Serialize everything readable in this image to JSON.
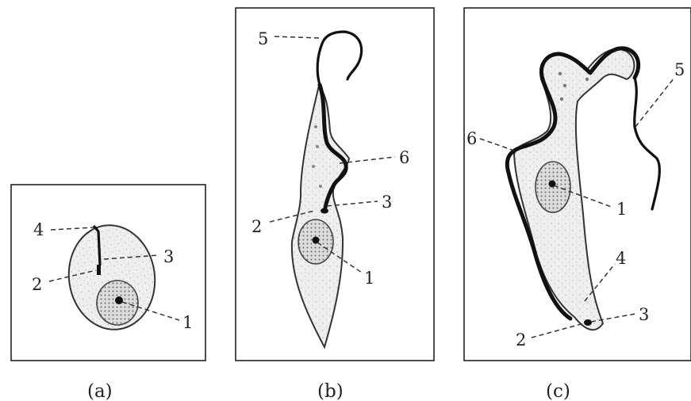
{
  "panels": {
    "a": {
      "caption": "(a)",
      "labels": {
        "l1": "1",
        "l2": "2",
        "l3": "3",
        "l4": "4"
      }
    },
    "b": {
      "caption": "(b)",
      "labels": {
        "l1": "1",
        "l2": "2",
        "l3": "3",
        "l5": "5",
        "l6": "6"
      }
    },
    "c": {
      "caption": "(c)",
      "labels": {
        "l1": "1",
        "l2": "2",
        "l3": "3",
        "l4": "4",
        "l5": "5",
        "l6": "6"
      }
    }
  },
  "colors": {
    "frame": "#222222",
    "cell_fill": "#ececec",
    "outline": "#111111"
  }
}
